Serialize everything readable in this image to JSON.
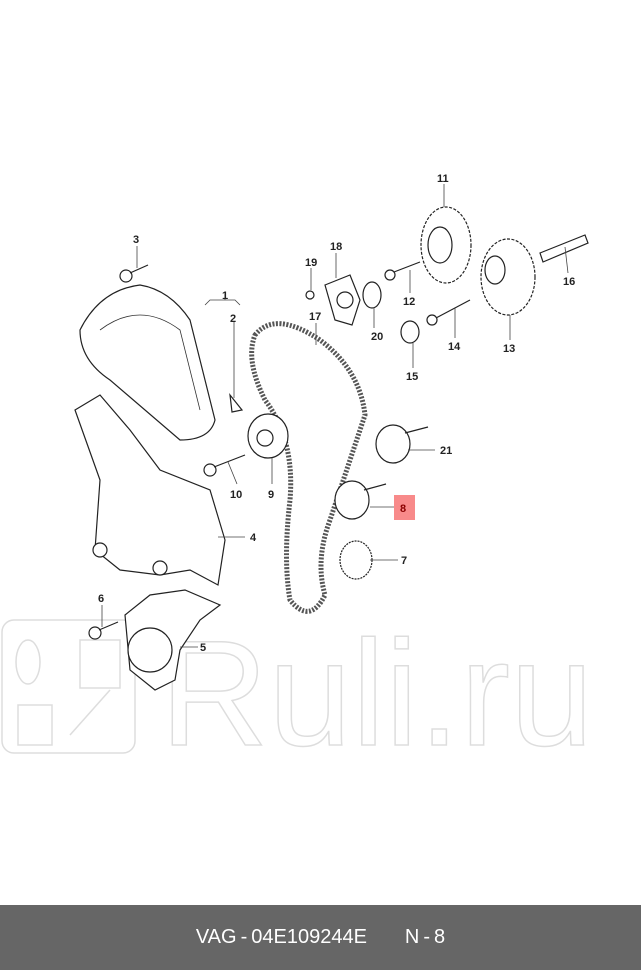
{
  "watermark": "Ruli.ru",
  "highlight_color": "#f88a8a",
  "callouts": [
    "1",
    "2",
    "3",
    "4",
    "5",
    "6",
    "7",
    "8",
    "9",
    "10",
    "11",
    "12",
    "13",
    "14",
    "15",
    "16",
    "17",
    "18",
    "19",
    "20",
    "21"
  ],
  "highlighted": "8",
  "footer": {
    "brand": "VAG",
    "separator": "-",
    "part_number": "04E109244E",
    "position_label": "N",
    "position_number": "8"
  }
}
